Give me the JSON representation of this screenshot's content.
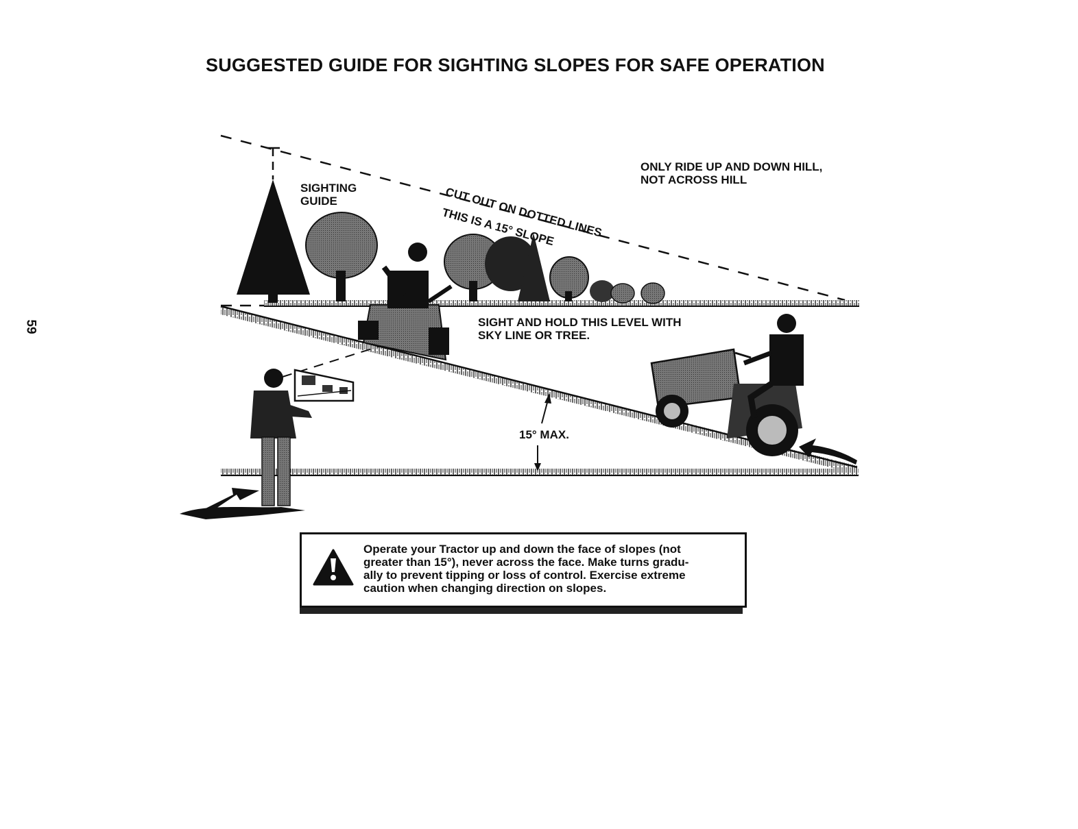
{
  "page": {
    "title": "SUGGESTED GUIDE FOR SIGHTING SLOPES FOR SAFE OPERATION",
    "page_number": "59"
  },
  "diagram": {
    "sighting_guide": [
      "SIGHTING",
      "GUIDE"
    ],
    "cut_out": "CUT OUT ON DOTTED LINES",
    "slope_note": "THIS IS A 15° SLOPE",
    "ride_note": [
      "ONLY RIDE UP AND DOWN HILL,",
      "NOT ACROSS HILL"
    ],
    "sight_note": [
      "SIGHT AND HOLD THIS LEVEL WITH",
      "SKY LINE OR TREE."
    ],
    "max_angle": "15° MAX."
  },
  "warning": {
    "icon": "warning-triangle-icon",
    "lines": [
      "Operate your Tractor up and down the face of slopes (not",
      "greater than 15°), never across the face. Make turns gradu-",
      "ally to prevent tipping or loss of control. Exercise extreme",
      "caution when changing direction on slopes."
    ]
  }
}
